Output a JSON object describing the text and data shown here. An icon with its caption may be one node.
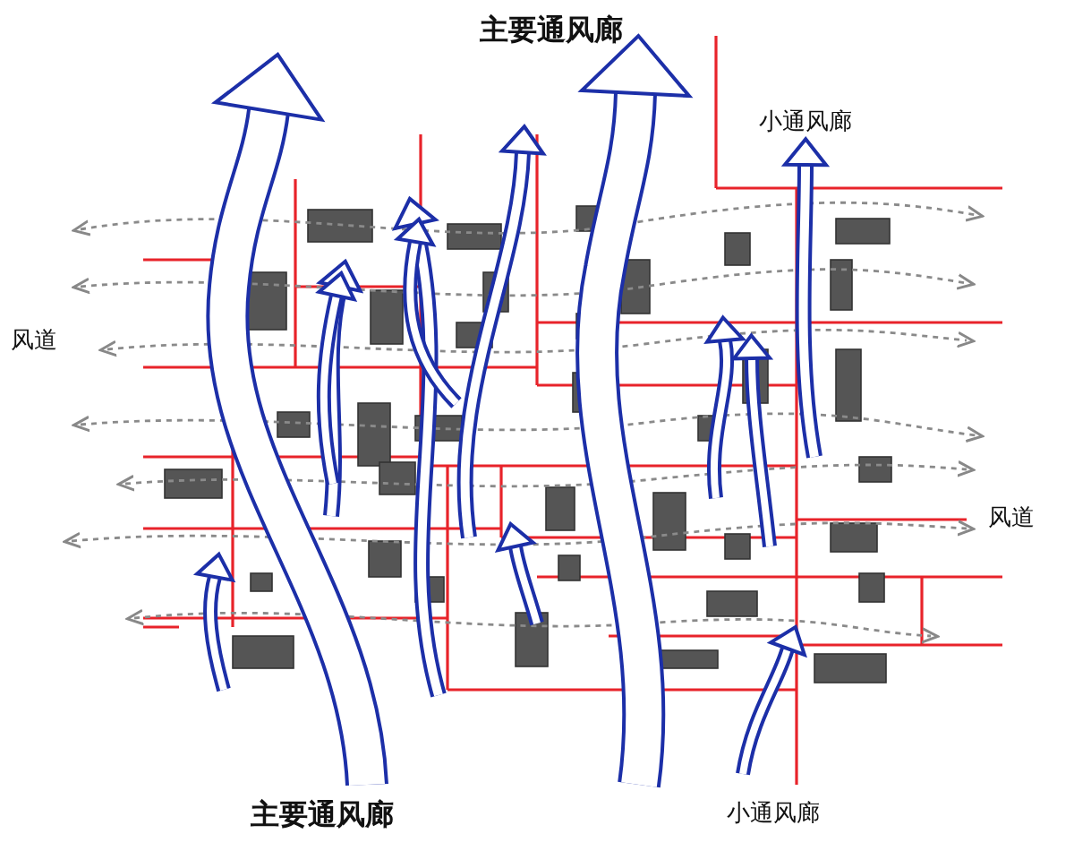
{
  "diagram": {
    "labels": [
      "主要通风廊",
      "小通风廊",
      "风道",
      "风道",
      "主要通风廊",
      "小通风廊"
    ]
  }
}
